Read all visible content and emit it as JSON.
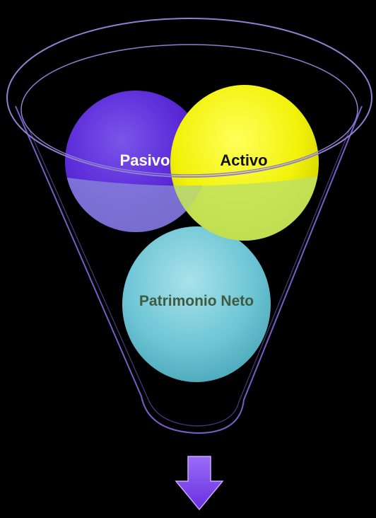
{
  "diagram": {
    "circles": {
      "pasivo": {
        "label": "Pasivo",
        "color": "#5b2bd6",
        "text_color": "#ffffff"
      },
      "activo": {
        "label": "Activo",
        "color": "#f2f20a",
        "text_color": "#111111"
      },
      "patrimonio": {
        "label": "Patrimonio Neto",
        "color": "#6fc6d6",
        "text_color": "#3f5a3f"
      }
    },
    "funnel": {
      "stroke_color": "#7a5cc8",
      "rim_color": "#8f7fd0"
    },
    "arrow": {
      "color": "#7a3cf0",
      "direction": "down"
    }
  }
}
